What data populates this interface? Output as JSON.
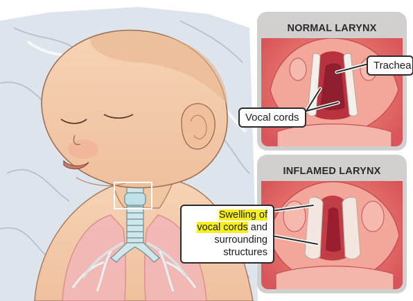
{
  "panels": {
    "normal": {
      "title": "NORMAL LARYNX"
    },
    "inflamed": {
      "title": "INFLAMED LARYNX"
    }
  },
  "callouts": {
    "trachea": "Trachea",
    "vocal_cords": "Vocal cords",
    "swelling": {
      "line1": "Swelling of",
      "line2_highlight": "vocal cords",
      "line2_rest": " and",
      "line3": "surrounding",
      "line4": "structures"
    }
  },
  "colors": {
    "panel_frame": "#d2cfcf",
    "panel_bg": "#e15f5f",
    "highlight": "#f7ee1c",
    "skin": "#f3c9a6"
  }
}
